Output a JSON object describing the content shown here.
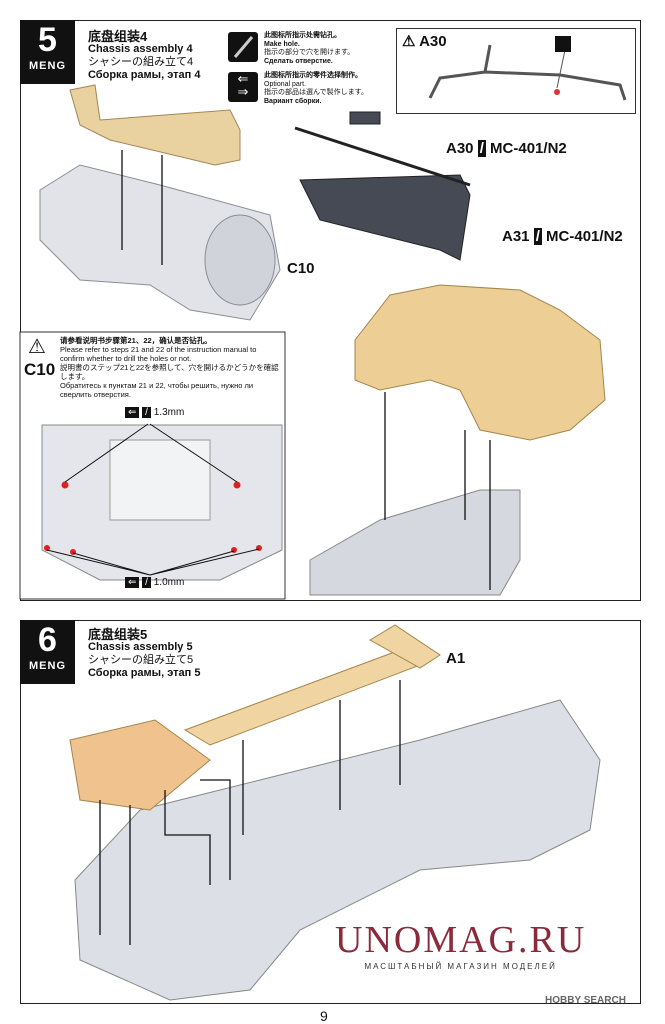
{
  "step5": {
    "number": "5",
    "brand": "MENG",
    "title_cn": "底盘组装4",
    "title_en": "Chassis assembly 4",
    "title_jp": "シャシーの組み立て4",
    "title_ru": "Сборка рамы, этап 4",
    "legend": [
      {
        "icon": "drill-icon",
        "cn": "此图标所指示处需钻孔。",
        "en": "Make hole.",
        "jp": "指示の部分で穴を開けます。",
        "ru": "Сделать отверстие."
      },
      {
        "icon": "optional-arrows-icon",
        "cn": "此图标所指示的零件选择制作。",
        "en": "Optional part.",
        "jp": "指示の部品は選んで製作します。",
        "ru": "Вариант сборки."
      }
    ],
    "inset_label": "A30",
    "callouts": {
      "a30": "A30",
      "a30_paint": "MC-401/N2",
      "a31": "A31",
      "a31_paint": "MC-401/N2",
      "c10": "C10"
    },
    "note": {
      "part": "C10",
      "cn": "请参看说明书步骤第21、22，确认是否钻孔。",
      "en": "Please refer to steps 21 and 22 of the instruction manual to confirm whether to drill the holes or not.",
      "jp": "説明書のステップ21と22を参照して、穴を開けるかどうかを確認します。",
      "ru": "Обратитесь к пунктам 21 и 22, чтобы решить, нужно ли сверлить отверстия.",
      "drill_top": "1.3mm",
      "drill_bottom": "1.0mm"
    }
  },
  "step6": {
    "number": "6",
    "brand": "MENG",
    "title_cn": "底盘组装5",
    "title_en": "Chassis assembly 5",
    "title_jp": "シャシーの組み立て5",
    "title_ru": "Сборка рамы, этап 5",
    "callout": "A1"
  },
  "watermark": {
    "title": "UNOMAG.RU",
    "subtitle": "МАСШТАБНЫЙ МАГАЗИН МОДЕЛЕЙ",
    "source": "HOBBY SEARCH"
  },
  "page_number": "9"
}
